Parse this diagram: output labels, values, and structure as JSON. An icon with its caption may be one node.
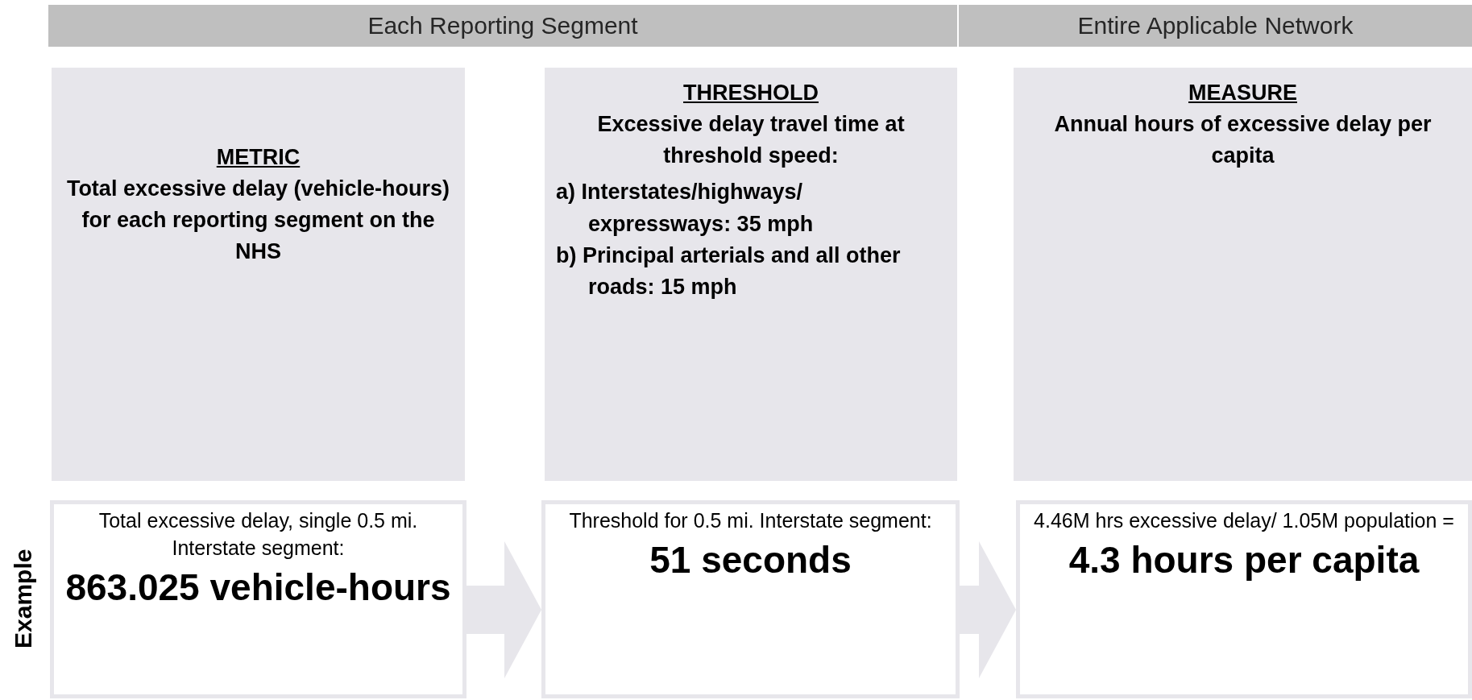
{
  "diagram": {
    "nodes": [
      {
        "text": [
          "Each Reporting Segment"
        ]
      },
      {
        "text": [
          "Entire Applicable Network"
        ]
      },
      {
        "text": [
          "METRIC",
          "Total excessive delay (vehicle-hours) for each reporting segment on the NHS"
        ]
      },
      {
        "text": [
          "THRESHOLD",
          "Excessive delay travel time at threshold speed:",
          "a) Interstates/highways/ expressways: 35 mph",
          "b) Principal arterials and all other roads: 15 mph"
        ]
      },
      {
        "text": [
          "MEASURE",
          "Annual hours of excessive delay per capita"
        ]
      },
      {
        "text": [
          "Total excessive delay, single 0.5 mi. Interstate segment:",
          "863.025 vehicle-hours"
        ]
      },
      {
        "text": [
          "Threshold for 0.5 mi. Interstate segment:",
          "51 seconds"
        ]
      },
      {
        "text": [
          "4.46M hrs excessive delay/ 1.05M population =",
          "4.3 hours per capita"
        ]
      }
    ],
    "edges": [
      {
        "from": 5,
        "to": 6,
        "arrow": "to"
      },
      {
        "from": 6,
        "to": 7,
        "arrow": "to"
      }
    ],
    "labels": [
      "Example"
    ]
  }
}
